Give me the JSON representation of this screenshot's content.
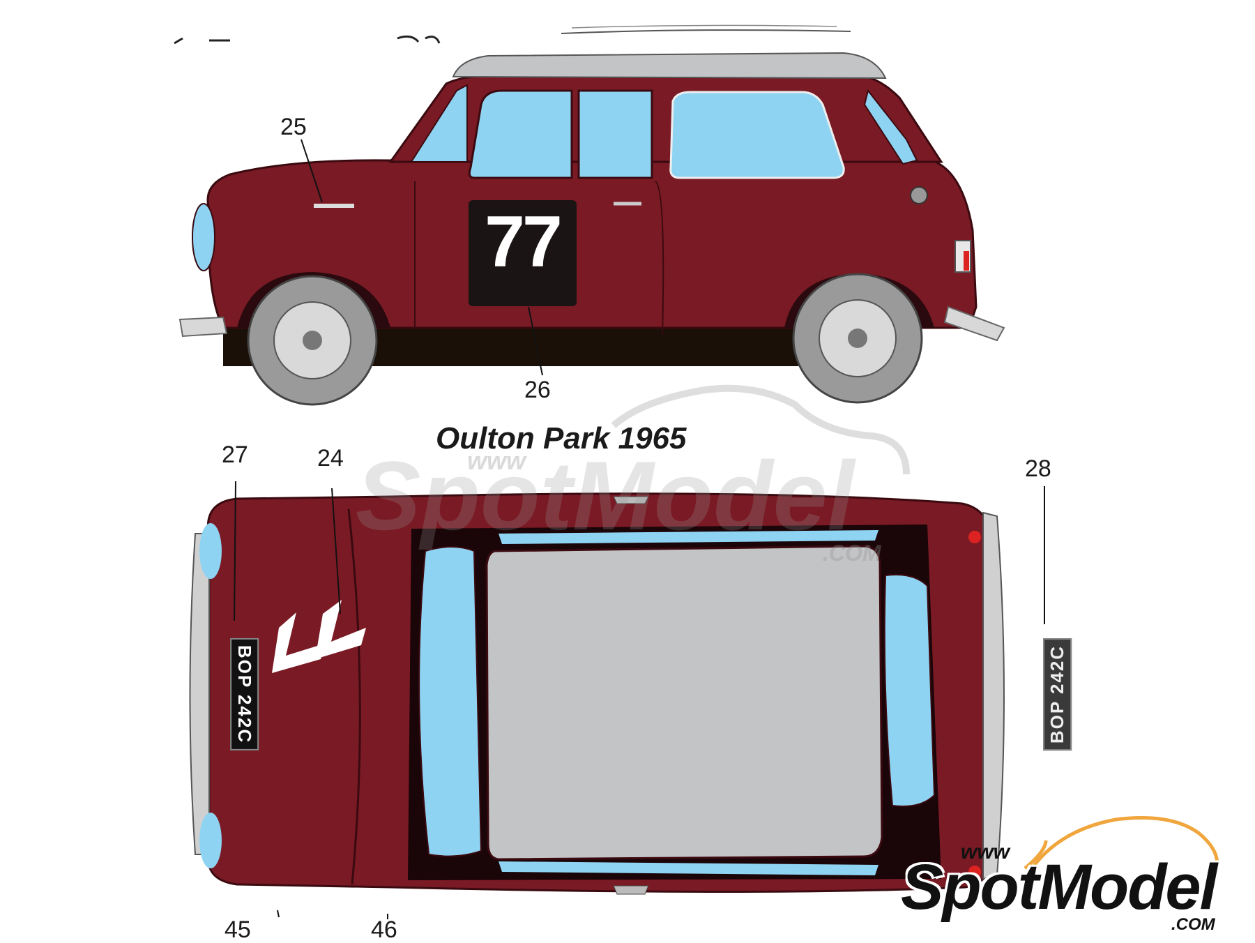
{
  "title": "Oulton Park 1965",
  "race_number": "77",
  "plate": "BOP 242C",
  "callouts": {
    "c25": "25",
    "c26": "26",
    "c27": "27",
    "c24": "24",
    "c28": "28",
    "c45": "45",
    "c46": "46"
  },
  "watermark": {
    "www": "www",
    "name": "SpotModel",
    "tld": ".COM"
  },
  "colors": {
    "body": "#7a1a24",
    "roof": "#c3c4c6",
    "glass": "#8fd3f2",
    "tire": "#9a9a9a",
    "accent_logo": "#f0a63c"
  }
}
